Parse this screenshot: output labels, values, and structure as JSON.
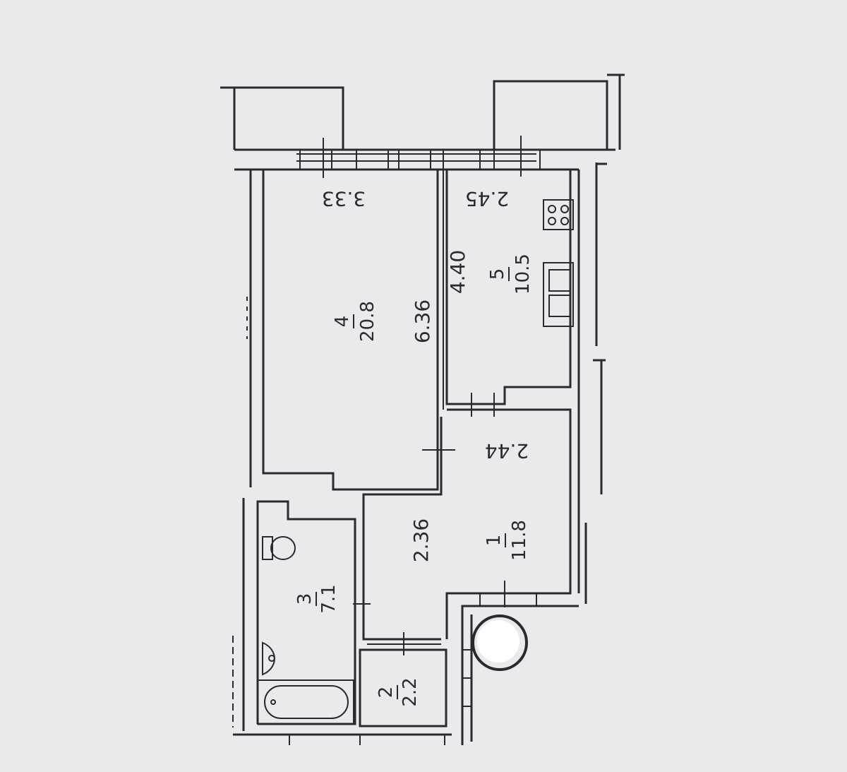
{
  "rooms": [
    {
      "id": "1",
      "number": "1",
      "area": "11.8"
    },
    {
      "id": "2",
      "number": "2",
      "area": "2.2"
    },
    {
      "id": "3",
      "number": "3",
      "area": "7.1"
    },
    {
      "id": "4",
      "number": "4",
      "area": "20.8"
    },
    {
      "id": "5",
      "number": "5",
      "area": "10.5"
    }
  ],
  "dimensions": {
    "room4_width": "3.33",
    "room4_length": "6.36",
    "kitchen_width": "2.45",
    "kitchen_length": "4.40",
    "hall_width": "2.44",
    "hall_length": "2.36"
  },
  "colors": {
    "paper": "#e9eaec",
    "line": "#2a2a2e"
  }
}
